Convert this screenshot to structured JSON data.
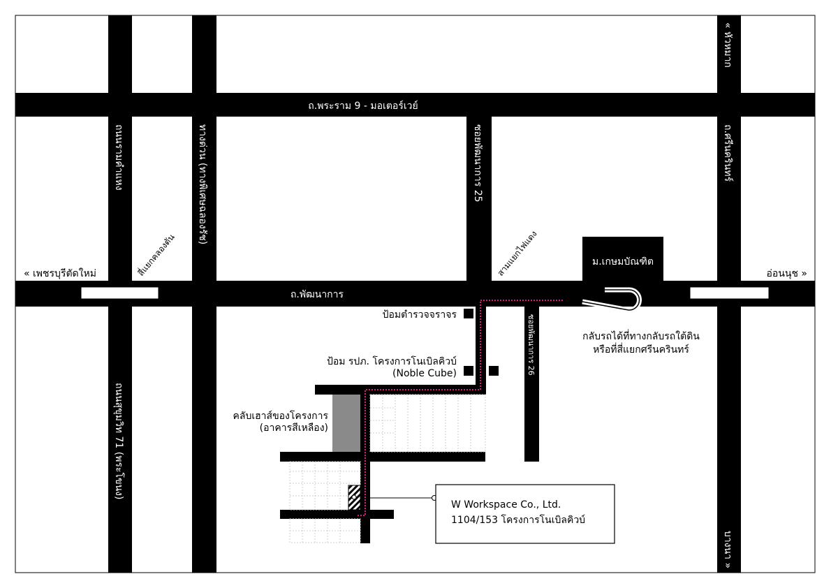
{
  "roads": {
    "rama9": "ถ.พระราม 9 - มอเตอร์เวย์",
    "phatthanakan": "ถ.พัฒนาการ",
    "ramkhamhaeng": "ถนนรามคำแหง",
    "expressway": "ทางด่วน (ทางพิเศษฉลองรัช)",
    "phatthanakan25": "ซอยพัฒนาการ 25",
    "srinakarin": "ถ.ศรีนครินทร์",
    "sukhumvit71": "ถนนสุขุมวิท 71 (พระโขนง)",
    "phatthanakan26": "ซอยพัฒนาการ 26"
  },
  "directions": {
    "petchaburi": "« เพชรบุรีตัดใหม่",
    "onnut": "อ่อนนุช »",
    "huamak": "« หัวหมาก",
    "bangna": "บางนา »"
  },
  "intersections": {
    "khlong_tan": "สี่แยกคลองตัน",
    "sam_yaek": "สามแยกไฟแดง"
  },
  "landmarks": {
    "kasem": "ม.เกษมบัณฑิต",
    "police_box": "ป้อมตำรวจจราจร",
    "security_line1": "ป้อม รปภ. โครงการโนเบิลคิวบ์",
    "security_line2": "(Noble Cube)",
    "club_line1": "คลับเฮาส์ของโครงการ",
    "club_line2": "(อาคารสีเหลือง)",
    "uturn_line1": "กลับรถได้ที่ทางกลับรถใต้ดิน",
    "uturn_line2": "หรือที่สี่แยกศรีนครินทร์"
  },
  "destination": {
    "line1": "W Workspace Co., Ltd.",
    "line2": "1104/153 โครงการโนเบิลคิวบ์"
  },
  "colors": {
    "road": "#000000",
    "route": "#e0167f",
    "club_building": "#8a8a8a",
    "background": "#ffffff"
  }
}
